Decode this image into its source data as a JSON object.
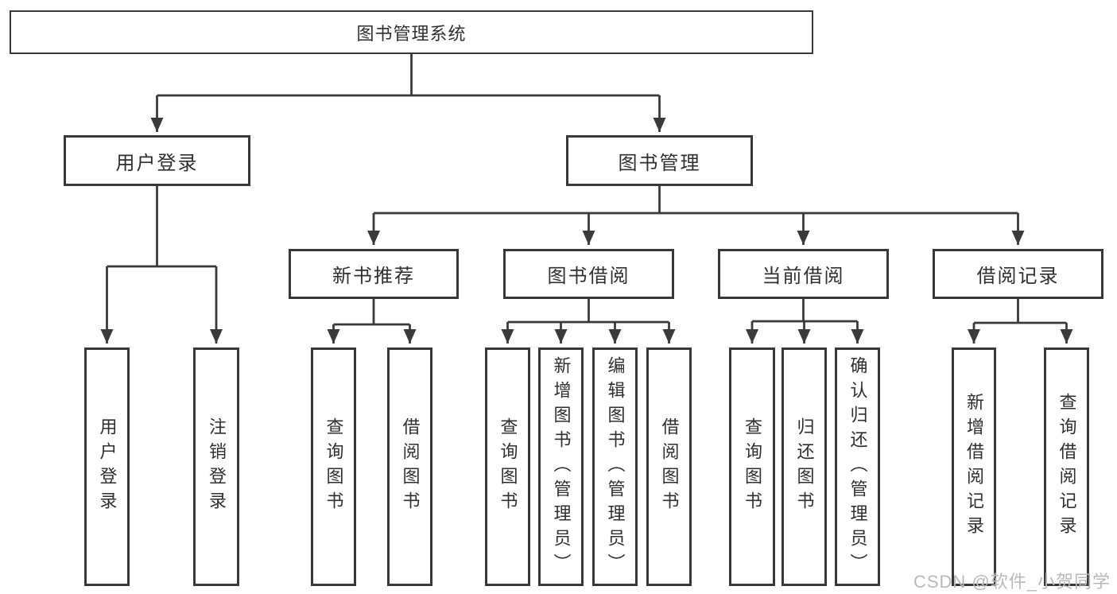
{
  "colors": {
    "line": "#3a3a3a",
    "box_border": "#383838",
    "text": "#2f2f2f",
    "watermark": "#b9b9b9",
    "background": "#ffffff"
  },
  "tree": {
    "root": "图书管理系统",
    "branches": {
      "user_login": {
        "label": "用户登录",
        "children": [
          "用户登录",
          "注销登录"
        ]
      },
      "book_management": {
        "label": "图书管理",
        "sections": {
          "new_book_recommend": {
            "label": "新书推荐",
            "children": [
              "查询图书",
              "借阅图书"
            ]
          },
          "book_borrow": {
            "label": "图书借阅",
            "children": [
              "查询图书",
              "新增图书（管理员）",
              "编辑图书（管理员）",
              "借阅图书"
            ]
          },
          "current_borrow": {
            "label": "当前借阅",
            "children": [
              "查询图书",
              "归还图书",
              "确认归还（管理员）"
            ]
          },
          "borrow_records": {
            "label": "借阅记录",
            "children": [
              "新增借阅记录",
              "查询借阅记录"
            ]
          }
        }
      }
    }
  },
  "watermark": "CSDN @软件_小贺同学"
}
